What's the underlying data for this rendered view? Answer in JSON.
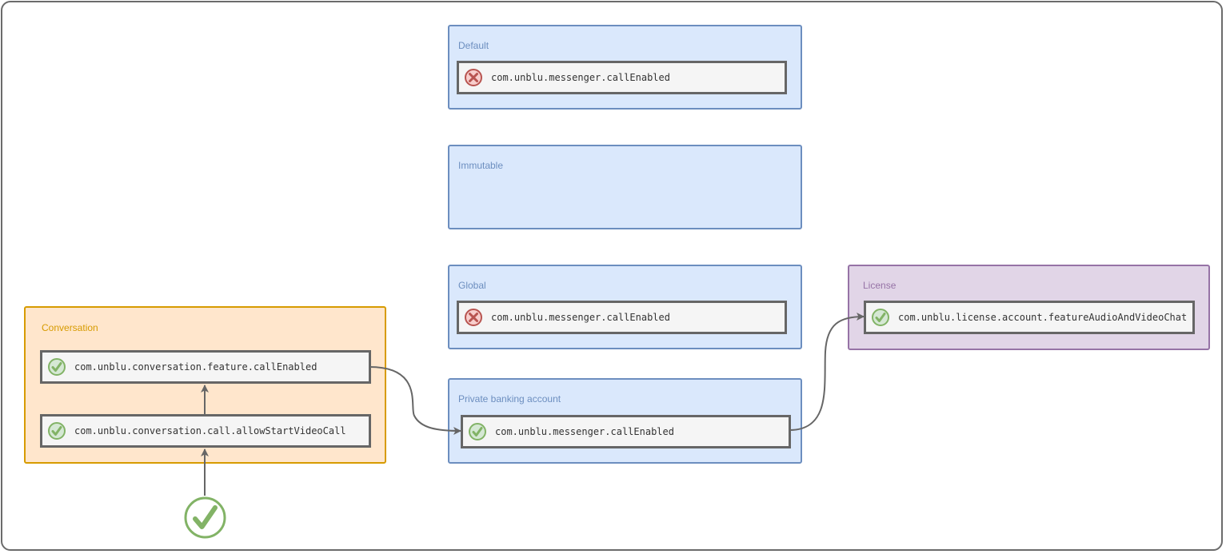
{
  "groups": {
    "default": {
      "title": "Default",
      "setting": {
        "key": "com.unblu.messenger.callEnabled",
        "status": "disabled",
        "icon": "error-circle-icon"
      }
    },
    "immutable": {
      "title": "Immutable"
    },
    "global": {
      "title": "Global",
      "setting": {
        "key": "com.unblu.messenger.callEnabled",
        "status": "disabled",
        "icon": "error-circle-icon"
      }
    },
    "private_banking": {
      "title": "Private banking account",
      "setting": {
        "key": "com.unblu.messenger.callEnabled",
        "status": "enabled",
        "icon": "check-circle-icon"
      }
    },
    "license": {
      "title": "License",
      "setting": {
        "key": "com.unblu.license.account.featureAudioAndVideoChat",
        "status": "enabled",
        "icon": "check-circle-icon"
      }
    },
    "conversation": {
      "title": "Conversation",
      "settings": [
        {
          "key": "com.unblu.conversation.feature.callEnabled",
          "status": "enabled",
          "icon": "check-circle-icon"
        },
        {
          "key": "com.unblu.conversation.call.allowStartVideoCall",
          "status": "enabled",
          "icon": "check-circle-icon"
        }
      ]
    }
  },
  "result": {
    "status": "enabled",
    "icon": "check-circle-icon"
  },
  "colors": {
    "blue_fill": "#dae8fc",
    "blue_stroke": "#6c8ebf",
    "orange_fill": "#ffe6cc",
    "orange_stroke": "#d79b00",
    "purple_fill": "#e1d5e7",
    "purple_stroke": "#9673a6",
    "check_green": "#82b366",
    "error_red": "#b85450",
    "connector": "#666666"
  }
}
